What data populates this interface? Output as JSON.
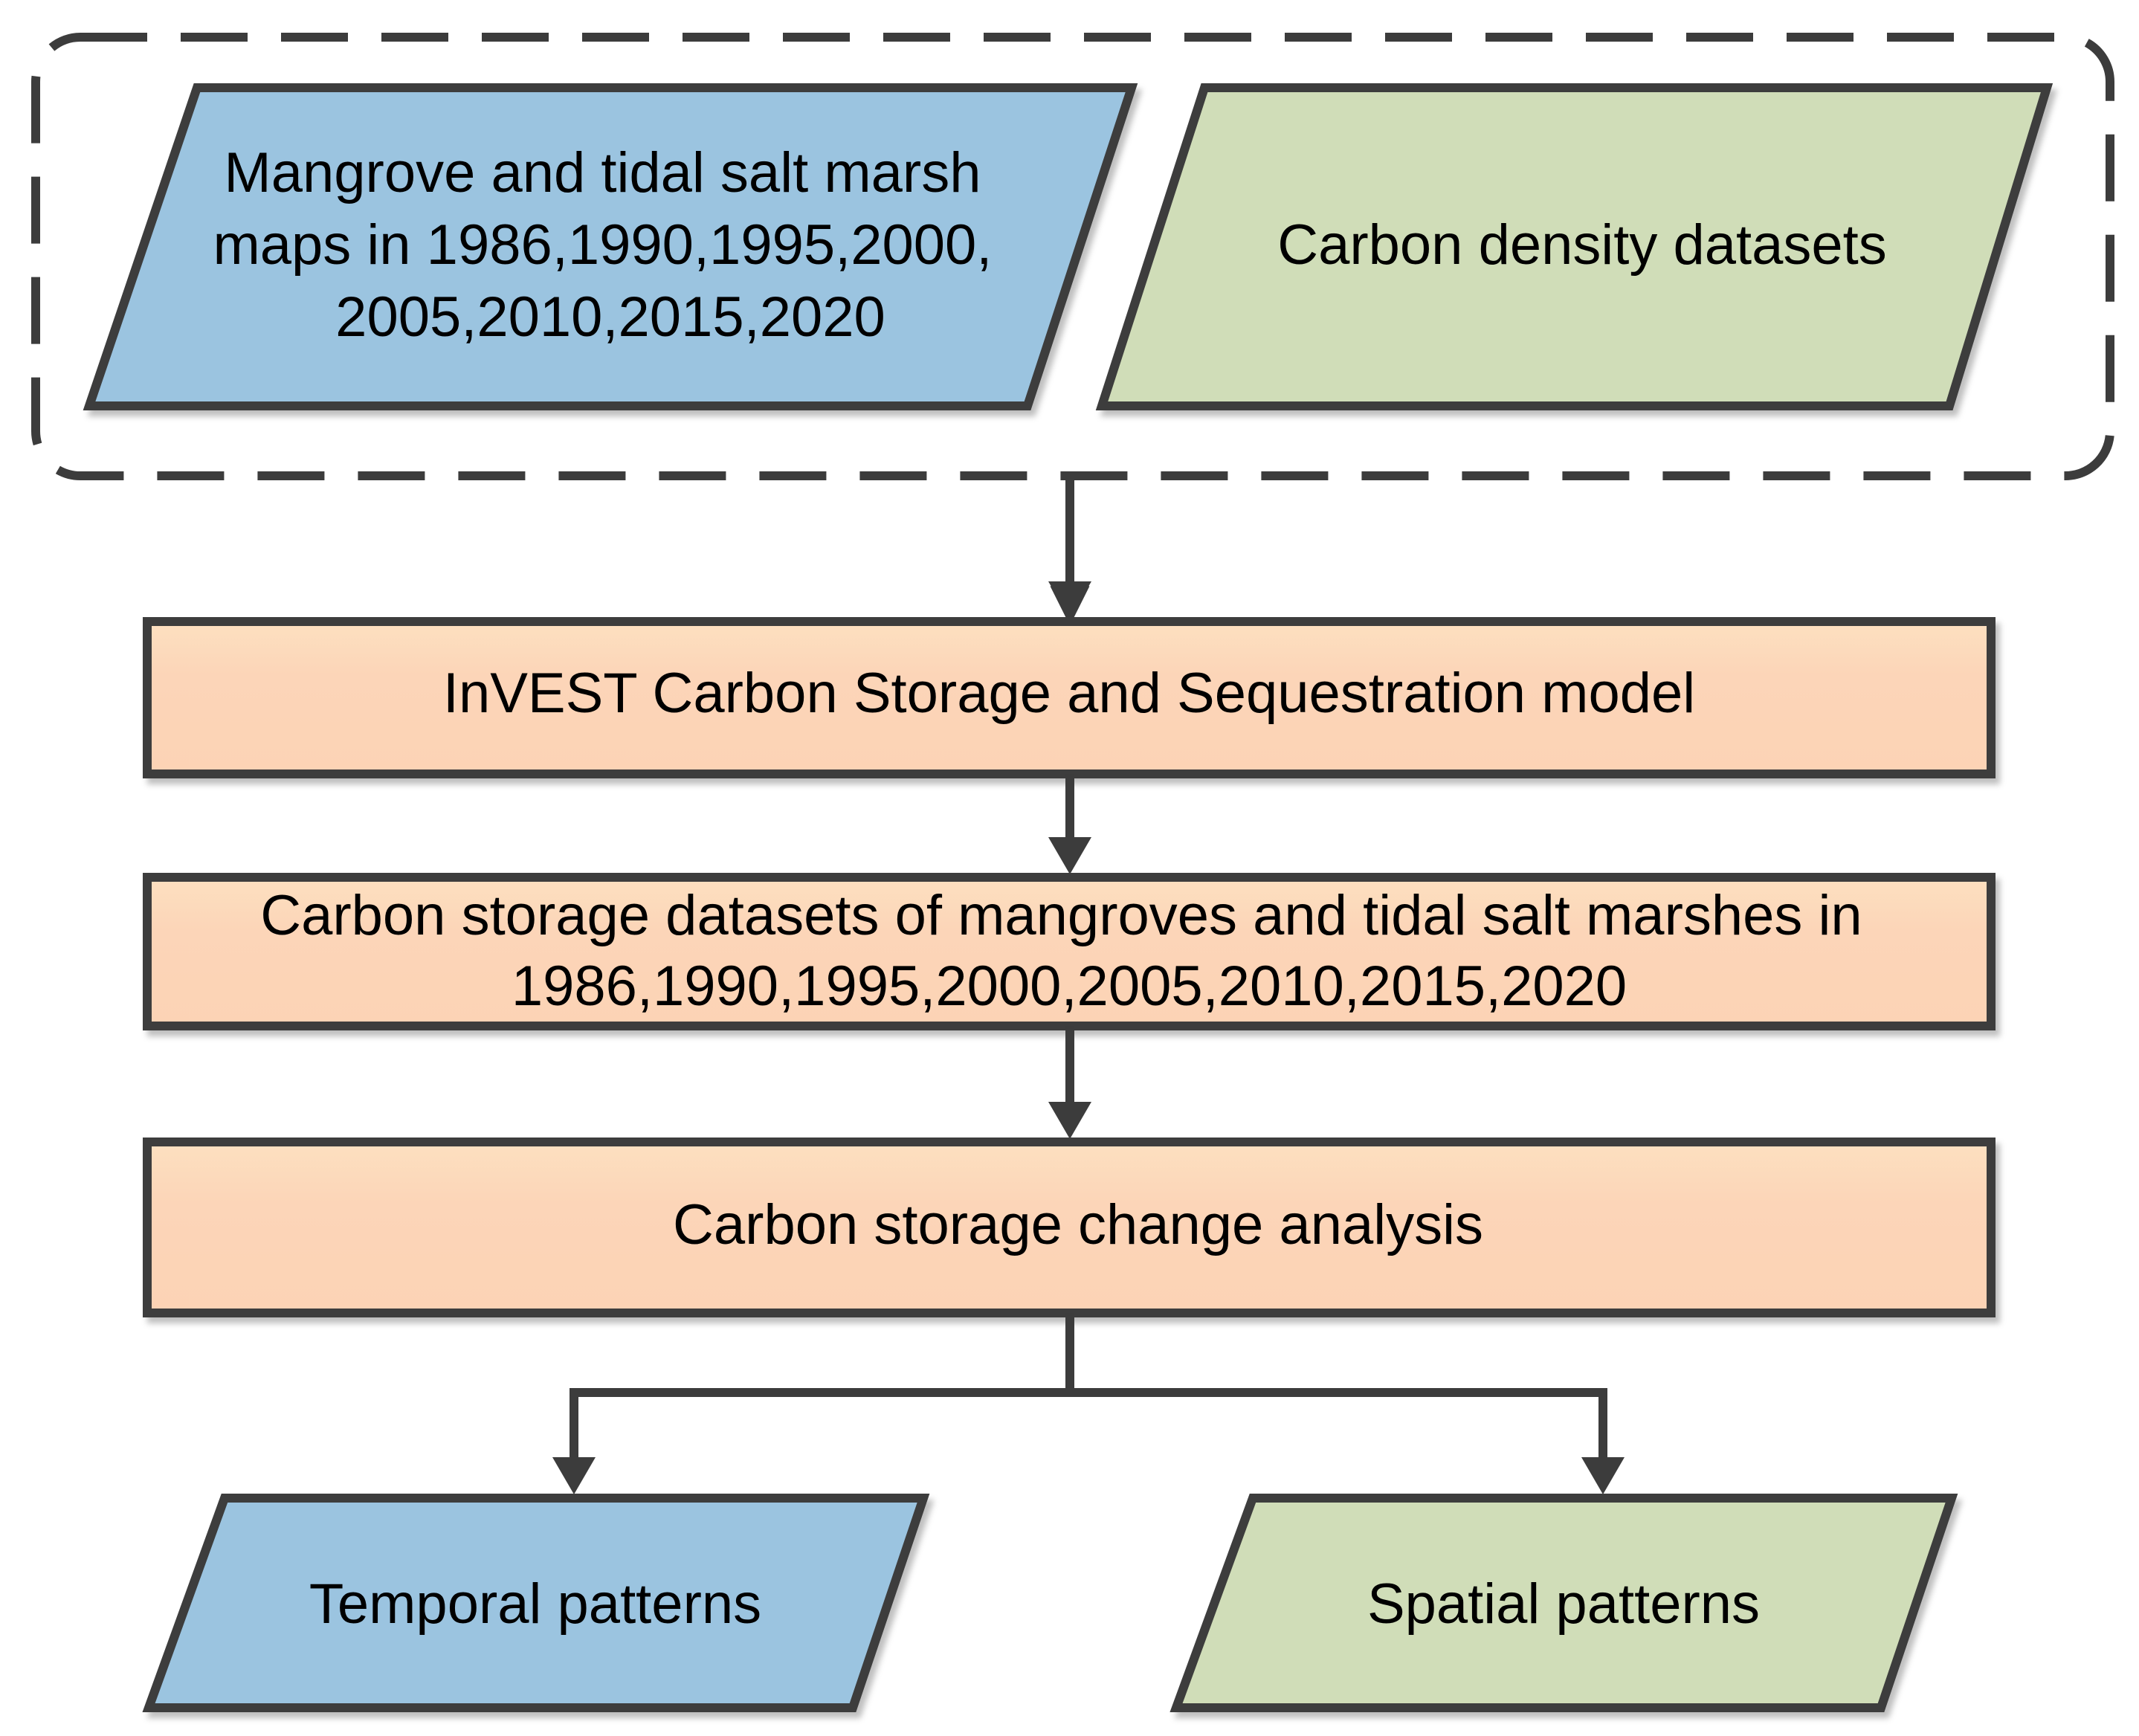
{
  "inputs": {
    "mangrove_maps": {
      "lines": [
        "Mangrove and tidal salt marsh",
        "maps in 1986,1990,1995,2000,",
        "2005,2010,2015,2020"
      ]
    },
    "carbon_density": {
      "label": "Carbon density datasets"
    }
  },
  "process": {
    "invest_model": {
      "label": "InVEST Carbon Storage and Sequestration model"
    },
    "storage_datasets": {
      "lines": [
        "Carbon storage datasets of mangroves and tidal salt marshes  in",
        "1986,1990,1995,2000,2005,2010,2015,2020"
      ]
    },
    "change_analysis": {
      "label": "Carbon storage change analysis"
    }
  },
  "outputs": {
    "temporal": {
      "label": "Temporal patterns"
    },
    "spatial": {
      "label": "Spatial patterns"
    }
  },
  "colors": {
    "input_blue": "#9bc4e0",
    "input_green": "#d0ddb8",
    "process_peach": "#fcd5b8",
    "stroke": "#3c3c3c"
  }
}
